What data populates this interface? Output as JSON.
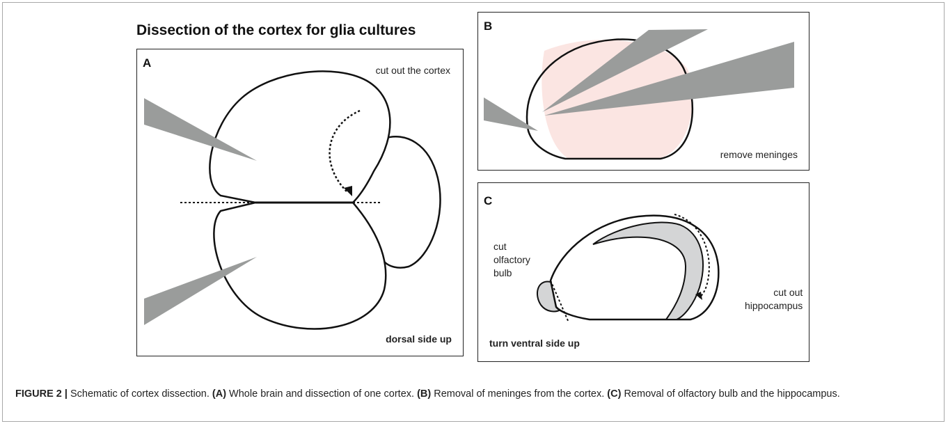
{
  "figure": {
    "title": "Dissection of the cortex for glia cultures",
    "panels": {
      "A": {
        "label": "A",
        "top_note": "cut out the cortex",
        "bottom_note": "dorsal side up"
      },
      "B": {
        "label": "B",
        "note": "remove meninges"
      },
      "C": {
        "label": "C",
        "left_note": [
          "cut",
          "olfactory",
          "bulb"
        ],
        "right_note": [
          "cut out",
          "hippocampus"
        ],
        "bottom_note": "turn ventral side up"
      }
    },
    "caption": {
      "fig_label": "FIGURE 2 |",
      "intro": " Schematic of cortex dissection. ",
      "a_ref": "(A)",
      "a_text": " Whole brain and dissection of one cortex. ",
      "b_ref": "(B)",
      "b_text": " Removal of meninges from the cortex. ",
      "c_ref": "(C)",
      "c_text": " Removal of olfactory bulb and the hippocampus."
    },
    "colors": {
      "forceps": "#9a9c9b",
      "meninges": "#fbe5e2",
      "hippocampus": "#d4d5d6",
      "outline": "#111111"
    }
  }
}
